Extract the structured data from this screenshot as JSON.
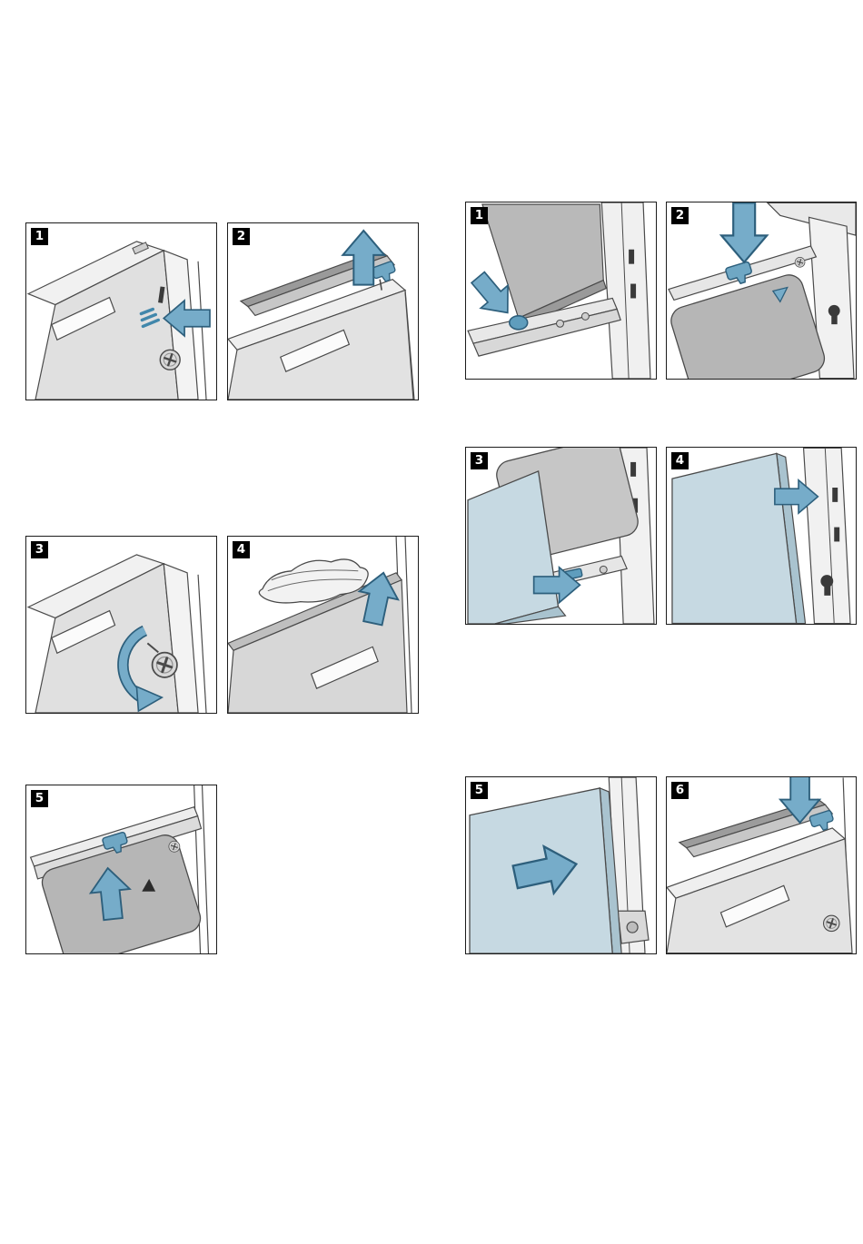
{
  "page": {
    "type": "appliance-manual-illustration-page",
    "background": "#ffffff"
  },
  "colors": {
    "panel_border": "#1c1c1c",
    "badge_bg": "#000000",
    "badge_fg": "#ffffff",
    "arrow_fill": "#76acc9",
    "arrow_stroke": "#2d5f7c",
    "line_art": "#4a4a4a",
    "metal_light": "#f1f1f1",
    "metal_mid": "#e0e0e0",
    "metal_dark": "#c2c2c2",
    "window_gray": "#b6b6b6",
    "glass_blue": "#c6d9e2"
  },
  "groups": [
    {
      "id": "left-sequence",
      "panels": [
        {
          "step": "1",
          "illustration": "press-lock-spring",
          "icons": [
            "left-block-arrow-icon",
            "spring-clip-icon",
            "screw-icon"
          ]
        },
        {
          "step": "2",
          "illustration": "lift-off-retaining-rail",
          "icons": [
            "up-block-arrow-icon",
            "clip-icon"
          ]
        },
        {
          "step": "3",
          "illustration": "unscrew-fixing-screw",
          "icons": [
            "rotate-ccw-arrow-icon",
            "screw-icon"
          ]
        },
        {
          "step": "4",
          "illustration": "lift-glass-with-cloth",
          "icons": [
            "up-block-arrow-icon",
            "cloth-icon"
          ]
        },
        {
          "step": "5",
          "illustration": "push-clip-upwards",
          "icons": [
            "up-block-arrow-icon",
            "clip-icon",
            "triangle-marker-icon"
          ]
        }
      ]
    },
    {
      "id": "right-sequence",
      "panels": [
        {
          "step": "1",
          "illustration": "tilt-glass-onto-catch",
          "icons": [
            "down-right-block-arrow-icon",
            "catch-button-icon"
          ]
        },
        {
          "step": "2",
          "illustration": "press-clip-down",
          "icons": [
            "down-block-arrow-icon",
            "clip-icon",
            "triangle-marker-icon"
          ]
        },
        {
          "step": "3",
          "illustration": "insert-glass-bottom-edge",
          "icons": [
            "right-block-arrow-icon",
            "slot-icon"
          ]
        },
        {
          "step": "4",
          "illustration": "press-glass-into-frame",
          "icons": [
            "right-block-arrow-icon"
          ]
        },
        {
          "step": "5",
          "illustration": "slide-glass-into-door",
          "icons": [
            "right-block-arrow-icon"
          ]
        },
        {
          "step": "6",
          "illustration": "fit-retaining-rail",
          "icons": [
            "down-block-arrow-icon",
            "clip-icon",
            "screw-icon"
          ]
        }
      ]
    }
  ]
}
